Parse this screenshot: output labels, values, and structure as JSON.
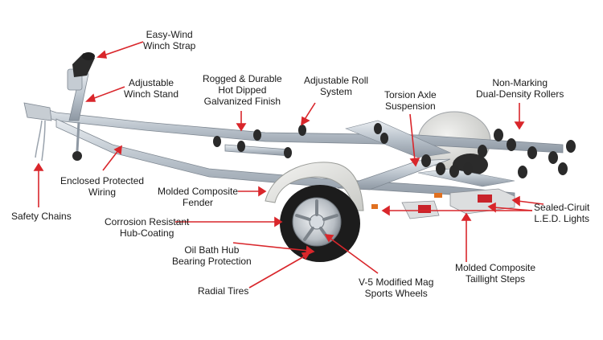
{
  "accent_color": "#d9262b",
  "callouts": [
    {
      "id": "winch-strap",
      "lines": [
        "Easy-Wind",
        "Winch Strap"
      ]
    },
    {
      "id": "winch-stand",
      "lines": [
        "Adjustable",
        "Winch Stand"
      ]
    },
    {
      "id": "galvanized-finish",
      "lines": [
        "Rogged & Durable",
        "Hot Dipped",
        "Galvanized Finish"
      ]
    },
    {
      "id": "roll-system",
      "lines": [
        "Adjustable Roll",
        "System"
      ]
    },
    {
      "id": "torsion-axle",
      "lines": [
        "Torsion Axle",
        "Suspension"
      ]
    },
    {
      "id": "rollers",
      "lines": [
        "Non-Marking",
        "Dual-Density Rollers"
      ]
    },
    {
      "id": "wiring",
      "lines": [
        "Enclosed Protected",
        "Wiring"
      ]
    },
    {
      "id": "safety-chains",
      "lines": [
        "Safety Chains"
      ]
    },
    {
      "id": "fender",
      "lines": [
        "Molded Composite",
        "Fender"
      ]
    },
    {
      "id": "led-lights",
      "lines": [
        "Sealed-Ciruit",
        "L.E.D. Lights"
      ]
    },
    {
      "id": "hub-coating",
      "lines": [
        "Corrosion Resistant",
        "Hub-Coating"
      ]
    },
    {
      "id": "bearing-protection",
      "lines": [
        "Oil Bath Hub",
        "Bearing Protection"
      ]
    },
    {
      "id": "taillight-steps",
      "lines": [
        "Molded Composite",
        "Taillight Steps"
      ]
    },
    {
      "id": "radial-tires",
      "lines": [
        "Radial Tires"
      ]
    },
    {
      "id": "mag-wheels",
      "lines": [
        "V-5 Modified Mag",
        "Sports Wheels"
      ]
    }
  ]
}
